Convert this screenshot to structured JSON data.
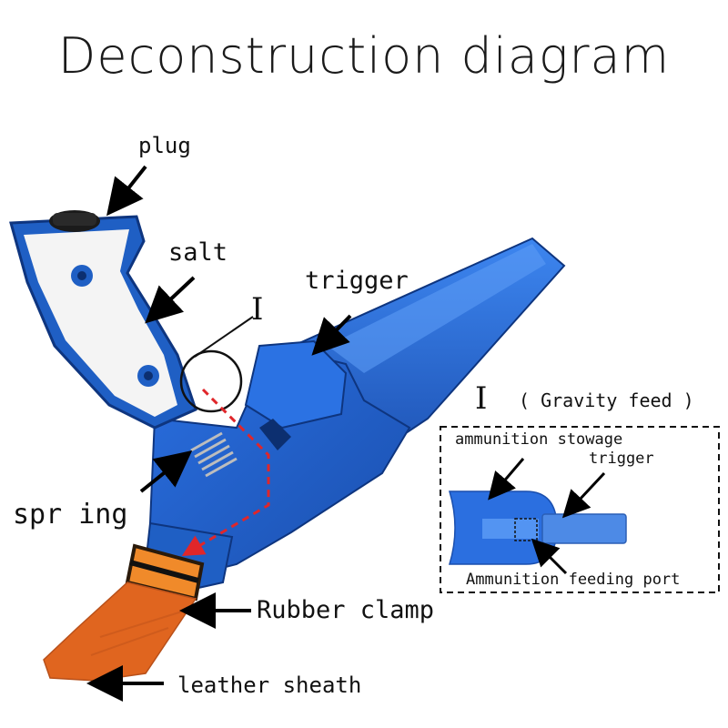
{
  "title": "Deconstruction diagram",
  "labels": {
    "plug": "plug",
    "salt": "salt",
    "trigger": "trigger",
    "spring": "spr ing",
    "rubber_clamp": "Rubber clamp",
    "leather_sheath": "leather sheath",
    "detail_marker": "I"
  },
  "inset": {
    "marker": "I",
    "caption": "( Gravity feed )",
    "ammunition_stowage": "ammunition stowage",
    "trigger": "trigger",
    "feeding_port": "Ammunition feeding port"
  },
  "colors": {
    "body_blue": "#1f5fc4",
    "body_dark_blue": "#153f8f",
    "salt_white": "#f4f4f4",
    "sheath_orange": "#e0651f",
    "clamp_orange": "#f08a2a",
    "flow_red": "#e0262a"
  }
}
